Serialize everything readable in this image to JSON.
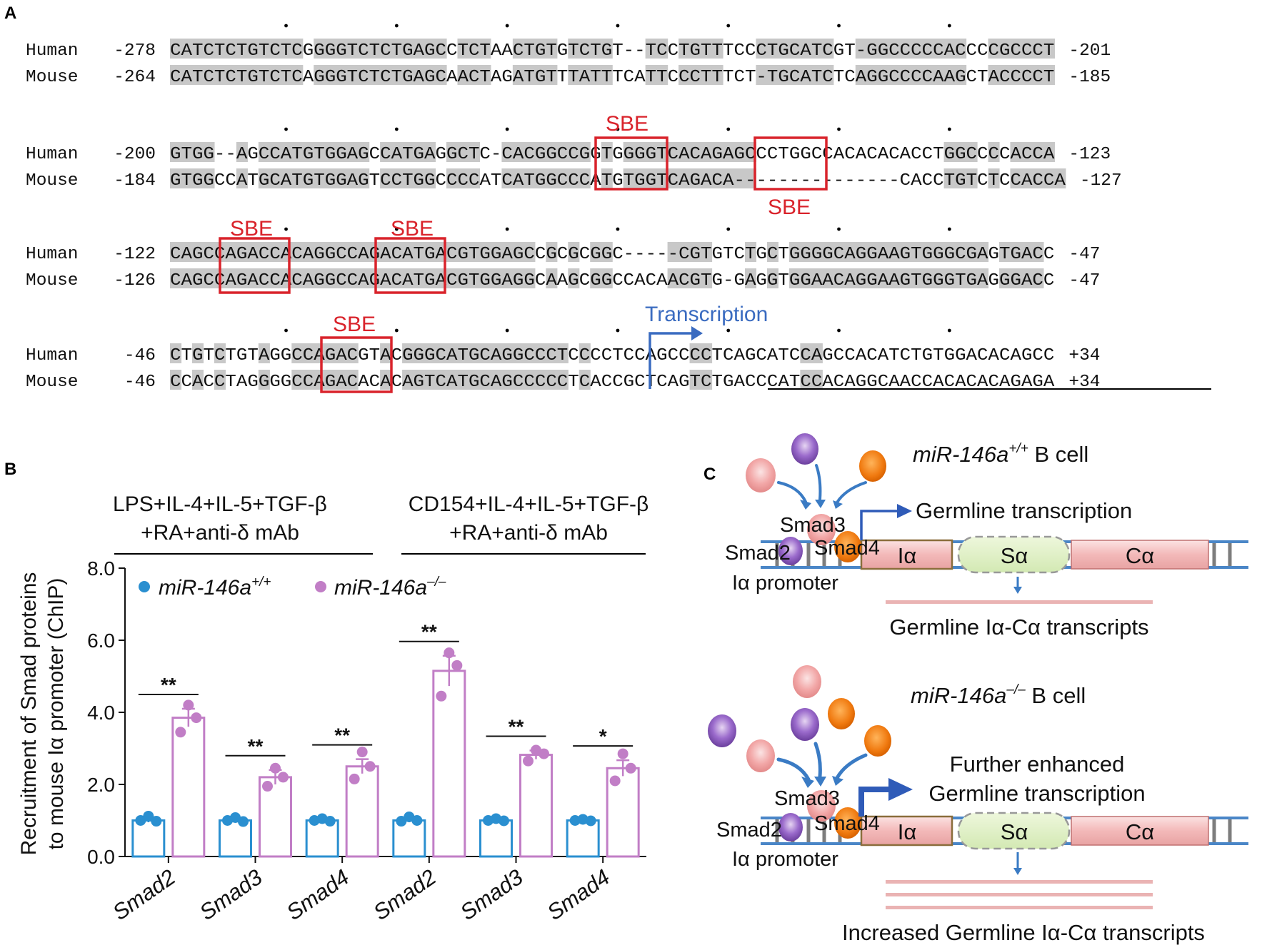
{
  "panels": {
    "a": "A",
    "b": "B",
    "c": "C"
  },
  "alignment": {
    "blocks": [
      {
        "human": {
          "label": "Human",
          "start": "-278",
          "end": "-201",
          "seq": "CATCTCTGTCTCGGGGTCTCTGAGCCTCTAACTGTGTCTGT--TCCTGTTTCCCTGCATCGT-GGCCCCCACCCCGCCCT",
          "mask": "11111111111101111111111110111001111011110001101111000111111100111111111100111111"
        },
        "mouse": {
          "label": "Mouse",
          "start": "-264",
          "end": "-185",
          "seq": "CATCTCTGTCTCAGGGTCTCTGAGCAACTAGATGTTTATTTCATTCCCTTTCT-TGCATCTCAGGCCCCAAGCTACCCCT",
          "mask": "11111111111101111111111110111001111011110001101111000111111100111111111100111111"
        }
      },
      {
        "human": {
          "label": "Human",
          "start": "-200",
          "end": "-123",
          "seq": "GTGG--AGCCATGTGGAGCCATGAGGCTC-CACGGCCGGTGGGGTCACAGAGCCCTGGCCACACACACCTGGCCCCACCA",
          "mask": "111100101111111111011111011100111111110101111111111110000000000000000011101011111"
        },
        "mouse": {
          "label": "Mouse",
          "start": "-184",
          "end": "-127",
          "seq": "GTGGCCATGCATGTGGAGTCCTGGCCCCATCATGGCCCATGTGGTCAGACA---------------CACCTGTCTCCACCA",
          "mask": "111100101111111111011111011100111111110101111111111110000000000000000011101011111"
        }
      },
      {
        "human": {
          "label": "Human",
          "start": "-122",
          "end": "-47",
          "seq": "CAGCCAGACCACAGGCCAGACATGACGTGGAGCCGCGCGGC-----CGTGTCTGCTGGGGCAGGAAGTGGGCGAGTGACC",
          "mask": "1111111111111111111111111111111110101011000001111000101011111111111111111101111"
        },
        "mouse": {
          "label": "Mouse",
          "start": "-126",
          "end": "-47",
          "seq": "CAGCCAGACCACAGGCCAGACATGACGTGGAGGCAAGCGGCCACAACGTG-GAGGTGGAACAGGAAGTGGGTGAGGGACC",
          "mask": "1111111111111111111111111111111110101011000001111000101011111111111111111101111"
        }
      },
      {
        "human": {
          "label": "Human",
          "start": "-46",
          "end": "+34",
          "seq": "CTGTCTGTAGGCCAGACGTACGGGCATGCAGGCCCTCCCCTCCAGCCCCTCAGCATCCAGCCACATCTGTGGACACAGCC",
          "mask": "10101000100111111001011111111111111101000000000110000000011000000000000000000000"
        },
        "mouse": {
          "label": "Mouse",
          "start": "-46",
          "end": "+34",
          "seq": "CCACCTAGGGGCCAGACACACAGTCATGCAGCCCCCTCACCGCTCAGTCTGACCCATCCACAGGCAACCACACACAGAGA",
          "mask": "10101000100111111001011111111111111101000000000110000000011000000000000000000000"
        }
      }
    ],
    "sbe_label": "SBE",
    "transcription_label": "Transcription"
  },
  "panel_b": {
    "title_left": [
      "LPS+IL-4+IL-5+TGF-β",
      "+RA+anti-δ mAb"
    ],
    "title_right": [
      "CD154+IL-4+IL-5+TGF-β",
      "+RA+anti-δ mAb"
    ],
    "ylabel": [
      "Recruitment of Smad proteins",
      "to mouse Iα promoter (ChIP)"
    ],
    "legend": {
      "wt_label": "miR-146a",
      "wt_sup": "+/+",
      "ko_label": "miR-146a",
      "ko_sup": "–/–"
    }
  },
  "chart_data": {
    "type": "bar",
    "categories": [
      "Smad2",
      "Smad3",
      "Smad4",
      "Smad2",
      "Smad3",
      "Smad4"
    ],
    "series": [
      {
        "name": "miR-146a+/+",
        "color": "#2a8fd0",
        "values": [
          1.0,
          1.0,
          1.0,
          1.0,
          1.0,
          1.0
        ],
        "sem": [
          0.05,
          0.04,
          0.04,
          0.05,
          0.03,
          0.03
        ],
        "points": [
          [
            1.0,
            1.12,
            0.98
          ],
          [
            1.0,
            1.08,
            0.97
          ],
          [
            1.0,
            1.05,
            0.98
          ],
          [
            0.98,
            1.1,
            1.0
          ],
          [
            1.0,
            1.05,
            0.99
          ],
          [
            1.0,
            1.03,
            0.99
          ]
        ]
      },
      {
        "name": "miR-146a–/–",
        "color": "#c17ec6",
        "values": [
          3.85,
          2.2,
          2.5,
          5.15,
          2.82,
          2.45
        ],
        "sem": [
          0.25,
          0.2,
          0.2,
          0.42,
          0.12,
          0.22
        ],
        "points": [
          [
            3.45,
            4.2,
            3.85
          ],
          [
            1.95,
            2.45,
            2.2
          ],
          [
            2.15,
            2.9,
            2.5
          ],
          [
            4.45,
            5.65,
            5.3
          ],
          [
            2.65,
            2.95,
            2.85
          ],
          [
            2.1,
            2.85,
            2.45
          ]
        ]
      }
    ],
    "significance": [
      "**",
      "**",
      "**",
      "**",
      "**",
      "*"
    ],
    "ylim": [
      0,
      8
    ],
    "yticks": [
      "0.0",
      "2.0",
      "4.0",
      "6.0",
      "8.0"
    ]
  },
  "panel_c": {
    "wt_title": "miR-146a",
    "wt_sup": "+/+",
    "wt_suffix": " B cell",
    "ko_title": "miR-146a",
    "ko_sup": "–/–",
    "ko_suffix": " B cell",
    "smad2": "Smad2",
    "smad3": "Smad3",
    "smad4": "Smad4",
    "promoter": "Iα promoter",
    "ia": "Iα",
    "sa": "Sα",
    "ca": "Cα",
    "germline_transcription": "Germline transcription",
    "germline_transcripts": "Germline Iα-Cα transcripts",
    "further_enhanced": [
      "Further enhanced",
      "Germline transcription"
    ],
    "increased_transcripts": "Increased Germline Iα-Cα transcripts"
  }
}
